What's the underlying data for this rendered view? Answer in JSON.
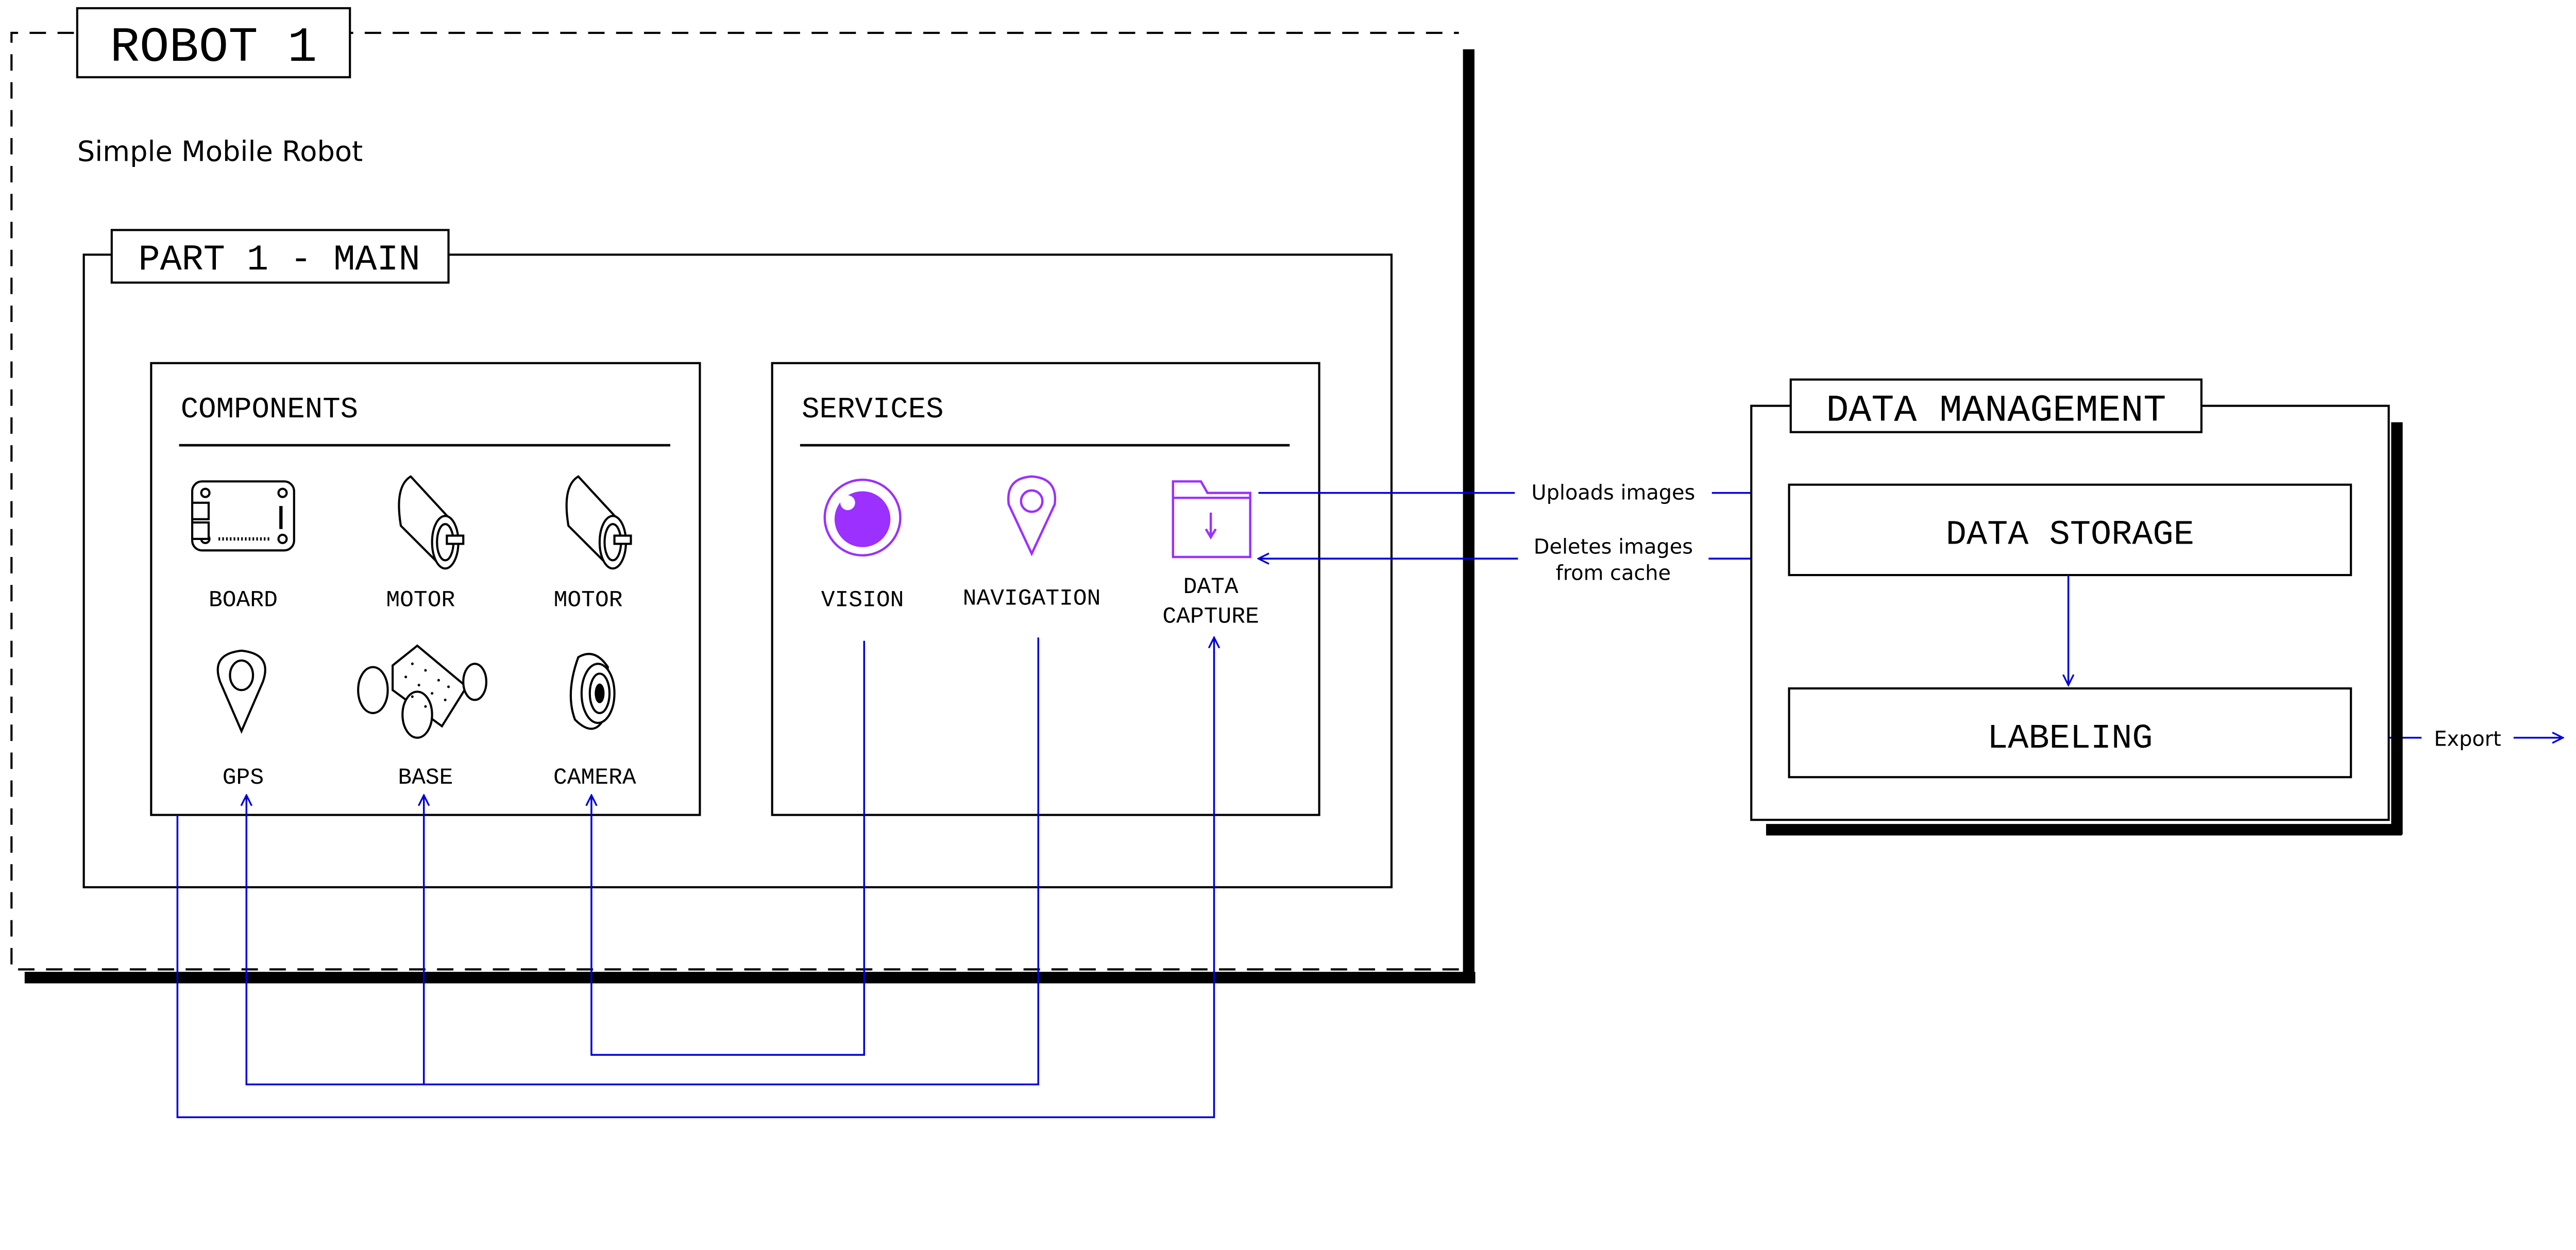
{
  "robot": {
    "title": "ROBOT 1",
    "subtitle": "Simple Mobile Robot",
    "part": {
      "title": "PART 1 - MAIN",
      "components": {
        "heading": "COMPONENTS",
        "items": [
          {
            "label": "BOARD",
            "icon": "board-icon"
          },
          {
            "label": "MOTOR",
            "icon": "motor-icon"
          },
          {
            "label": "MOTOR",
            "icon": "motor-icon"
          },
          {
            "label": "GPS",
            "icon": "gps-pin-icon"
          },
          {
            "label": "BASE",
            "icon": "robot-base-icon"
          },
          {
            "label": "CAMERA",
            "icon": "camera-icon"
          }
        ]
      },
      "services": {
        "heading": "SERVICES",
        "items": [
          {
            "label": "VISION",
            "icon": "vision-eye-icon"
          },
          {
            "label": "NAVIGATION",
            "icon": "navigation-pin-icon"
          },
          {
            "label_line1": "DATA",
            "label_line2": "CAPTURE",
            "icon": "folder-download-icon"
          }
        ]
      }
    }
  },
  "connections": {
    "uploads": "Uploads images",
    "deletes_line1": "Deletes images",
    "deletes_line2": "from cache",
    "export": "Export"
  },
  "data_management": {
    "title": "DATA MANAGEMENT",
    "storage": "DATA STORAGE",
    "labeling": "LABELING"
  },
  "colors": {
    "connector": "#0000dd",
    "service_accent": "#9b30ff"
  }
}
